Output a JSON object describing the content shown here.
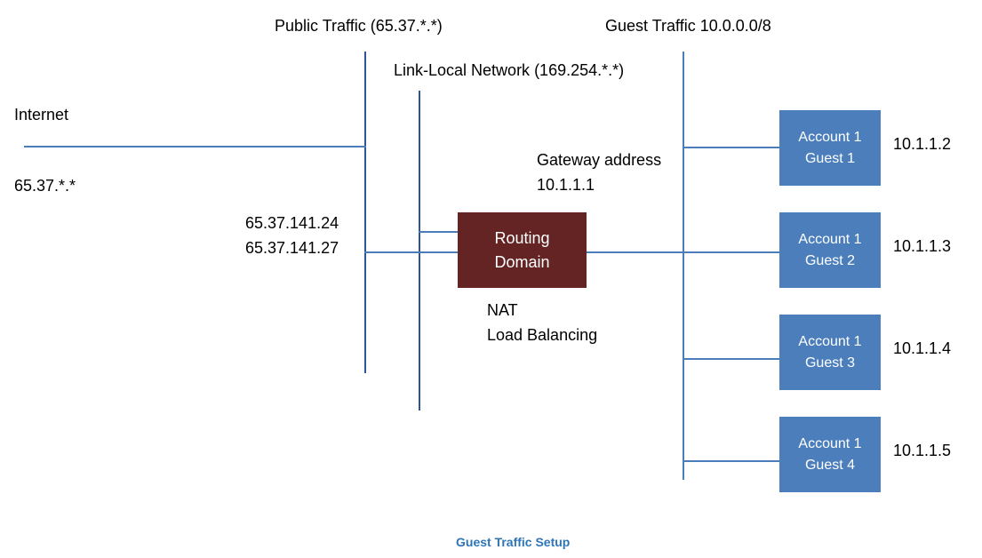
{
  "diagram": {
    "caption": "Guest Traffic Setup",
    "colors": {
      "guest_box": "#4B7EBB",
      "router_box": "#632423",
      "link": "#4A7EBB",
      "trunk": "#2F5496",
      "caption": "#2E75B6"
    },
    "labels": {
      "public_traffic": "Public Traffic (65.37.*.*)",
      "guest_traffic": "Guest Traffic 10.0.0.0/8",
      "link_local": "Link-Local Network (169.254.*.*)",
      "internet": "Internet",
      "internet_range": "65.37.*.*",
      "public_ip_1": "65.37.141.24",
      "public_ip_2": "65.37.141.27",
      "gateway_line_1": "Gateway address",
      "gateway_line_2": "10.1.1.1",
      "nat": "NAT",
      "load_balancing": "Load Balancing"
    },
    "router": {
      "line1": "Routing",
      "line2": "Domain"
    },
    "guests": [
      {
        "line1": "Account 1",
        "line2": "Guest 1",
        "ip": "10.1.1.2"
      },
      {
        "line1": "Account 1",
        "line2": "Guest 2",
        "ip": "10.1.1.3"
      },
      {
        "line1": "Account 1",
        "line2": "Guest 3",
        "ip": "10.1.1.4"
      },
      {
        "line1": "Account 1",
        "line2": "Guest 4",
        "ip": "10.1.1.5"
      }
    ]
  }
}
